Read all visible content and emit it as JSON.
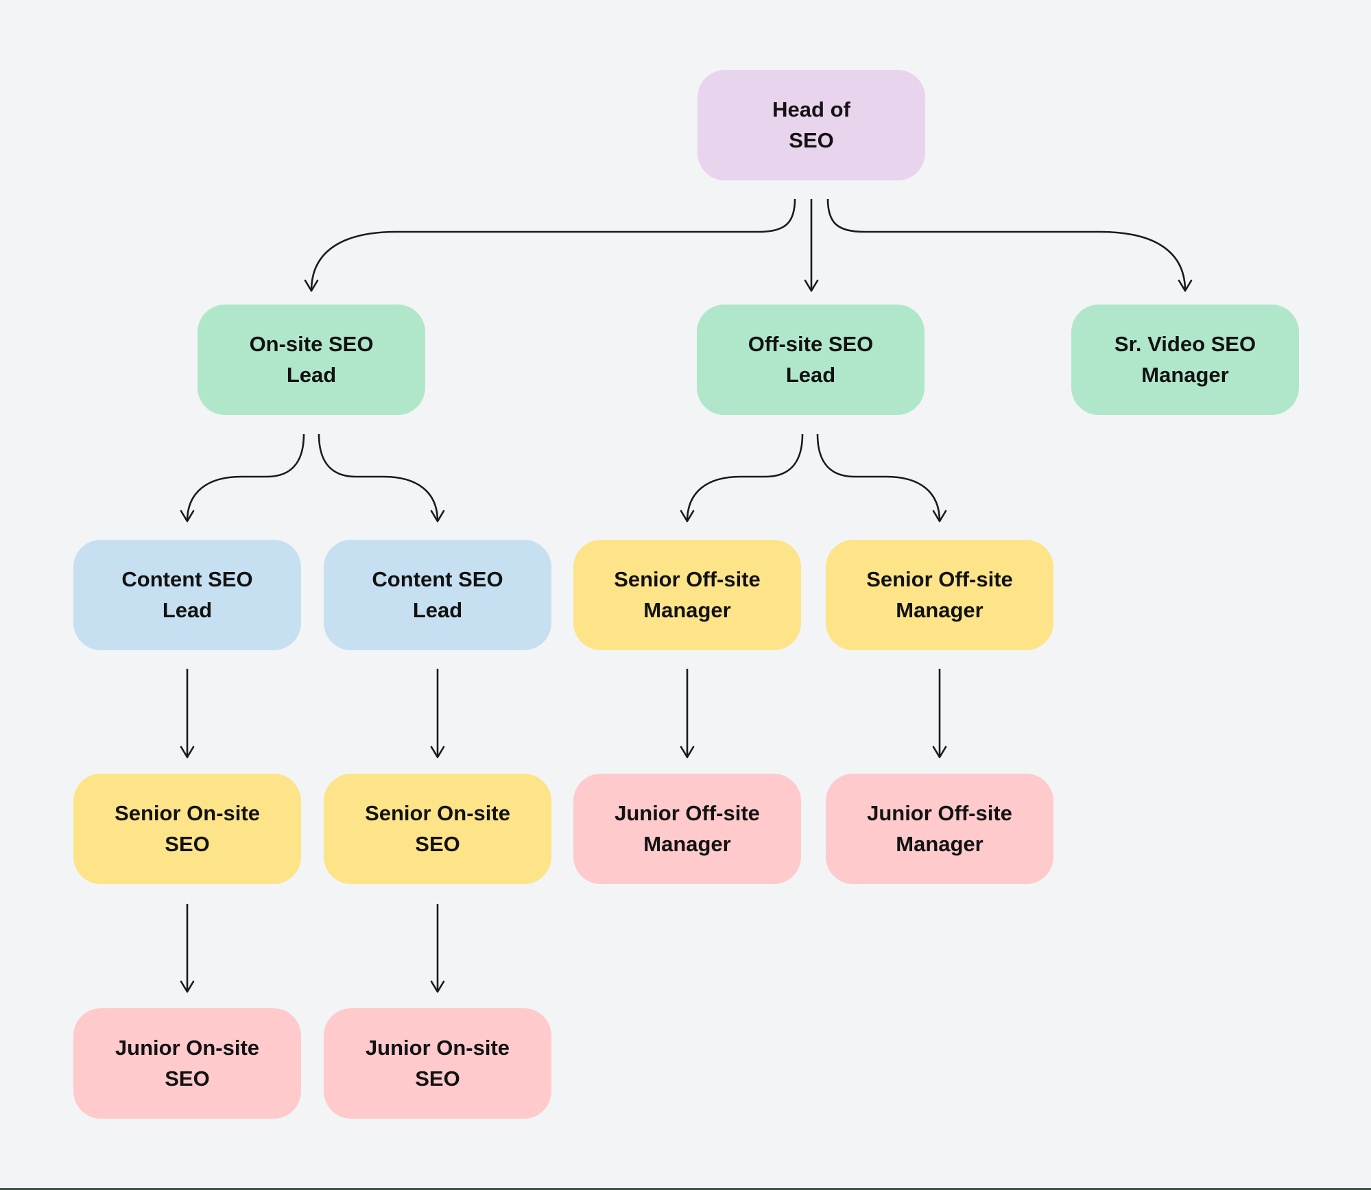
{
  "diagram": {
    "type": "org-chart",
    "title": "SEO team organizational chart"
  },
  "colors": {
    "lavender": "#e9d4ed",
    "green": "#b0e7cb",
    "blue": "#c6e0f2",
    "yellow": "#fde489",
    "pink": "#fecacc",
    "background": "#f2f4f5",
    "edge": "#1a1a1a",
    "text": "#121212",
    "bottom_line": "#3e5646"
  },
  "nodes": [
    {
      "id": "head-of-seo",
      "lines": [
        "Head of",
        "SEO"
      ],
      "color": "lavender"
    },
    {
      "id": "onsite-seo-lead",
      "lines": [
        "On-site SEO",
        "Lead"
      ],
      "color": "green"
    },
    {
      "id": "offsite-seo-lead",
      "lines": [
        "Off-site SEO",
        "Lead"
      ],
      "color": "green"
    },
    {
      "id": "sr-video-seo-manager",
      "lines": [
        "Sr. Video SEO",
        "Manager"
      ],
      "color": "green"
    },
    {
      "id": "content-seo-lead-1",
      "lines": [
        "Content SEO",
        "Lead"
      ],
      "color": "blue"
    },
    {
      "id": "content-seo-lead-2",
      "lines": [
        "Content SEO",
        "Lead"
      ],
      "color": "blue"
    },
    {
      "id": "senior-offsite-manager-1",
      "lines": [
        "Senior Off-site",
        "Manager"
      ],
      "color": "yellow"
    },
    {
      "id": "senior-offsite-manager-2",
      "lines": [
        "Senior Off-site",
        "Manager"
      ],
      "color": "yellow"
    },
    {
      "id": "senior-onsite-seo-1",
      "lines": [
        "Senior On-site",
        "SEO"
      ],
      "color": "yellow"
    },
    {
      "id": "senior-onsite-seo-2",
      "lines": [
        "Senior On-site",
        "SEO"
      ],
      "color": "yellow"
    },
    {
      "id": "junior-offsite-manager-1",
      "lines": [
        "Junior Off-site",
        "Manager"
      ],
      "color": "pink"
    },
    {
      "id": "junior-offsite-manager-2",
      "lines": [
        "Junior Off-site",
        "Manager"
      ],
      "color": "pink"
    },
    {
      "id": "junior-onsite-seo-1",
      "lines": [
        "Junior On-site",
        "SEO"
      ],
      "color": "pink"
    },
    {
      "id": "junior-onsite-seo-2",
      "lines": [
        "Junior On-site",
        "SEO"
      ],
      "color": "pink"
    }
  ],
  "edges": [
    {
      "from": "head-of-seo",
      "to": "onsite-seo-lead"
    },
    {
      "from": "head-of-seo",
      "to": "offsite-seo-lead"
    },
    {
      "from": "head-of-seo",
      "to": "sr-video-seo-manager"
    },
    {
      "from": "onsite-seo-lead",
      "to": "content-seo-lead-1"
    },
    {
      "from": "onsite-seo-lead",
      "to": "content-seo-lead-2"
    },
    {
      "from": "offsite-seo-lead",
      "to": "senior-offsite-manager-1"
    },
    {
      "from": "offsite-seo-lead",
      "to": "senior-offsite-manager-2"
    },
    {
      "from": "content-seo-lead-1",
      "to": "senior-onsite-seo-1"
    },
    {
      "from": "content-seo-lead-2",
      "to": "senior-onsite-seo-2"
    },
    {
      "from": "senior-offsite-manager-1",
      "to": "junior-offsite-manager-1"
    },
    {
      "from": "senior-offsite-manager-2",
      "to": "junior-offsite-manager-2"
    },
    {
      "from": "senior-onsite-seo-1",
      "to": "junior-onsite-seo-1"
    },
    {
      "from": "senior-onsite-seo-2",
      "to": "junior-onsite-seo-2"
    }
  ]
}
